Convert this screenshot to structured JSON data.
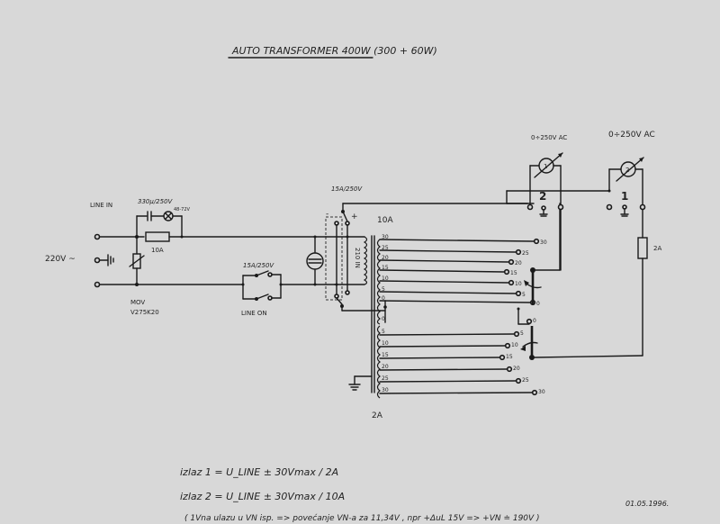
{
  "title": "AUTO TRANSFORMER 400W (300 + 60W)",
  "input": {
    "line_in_label": "LINE IN",
    "voltage_label": "220V ~",
    "capacitor_label": "330µ/250V",
    "lamp_label": "48-72V",
    "fuse_label": "10A",
    "mov_label": "MOV",
    "mov_part": "V275K20",
    "line_on_switch_rating": "15A/250V",
    "line_on_label": "LINE ON"
  },
  "polarity_switch": {
    "rating": "15A/250V",
    "minus": "-",
    "plus": "+"
  },
  "transformer": {
    "primary_label": "210 IN",
    "upper_current": "10A",
    "lower_current": "2A",
    "upper_taps": [
      "30",
      "25",
      "20",
      "15",
      "10",
      "5",
      "0"
    ],
    "lower_taps": [
      "0",
      "5",
      "10",
      "15",
      "20",
      "25",
      "30"
    ]
  },
  "upper_selector": {
    "positions": [
      "30",
      "25",
      "20",
      "15",
      "10",
      "5",
      "0"
    ]
  },
  "lower_selector": {
    "positions": [
      "0",
      "5",
      "10",
      "15",
      "20",
      "25",
      "30"
    ]
  },
  "outputs": [
    {
      "id": "2",
      "meter": "2",
      "meter_range": "0÷250V AC"
    },
    {
      "id": "1",
      "meter": "1",
      "meter_range": "0÷250V AC"
    }
  ],
  "meter_labels": {
    "left": "0÷250V AC",
    "right": "0÷250V AC",
    "left_num": "1",
    "right_num": "2"
  },
  "output_fuse": "2A",
  "notes": {
    "line1": "izlaz 1 = U_LINE ± 30Vmax / 2A",
    "line2": "izlaz 2 = U_LINE ± 30Vmax / 10A",
    "line3": "( 1Vna ulazu u VN isp. => povećanje VN-a za 11,34V , npr +ΔuL 15V => +VN ≐ 190V )",
    "date": "01.05.1996."
  }
}
